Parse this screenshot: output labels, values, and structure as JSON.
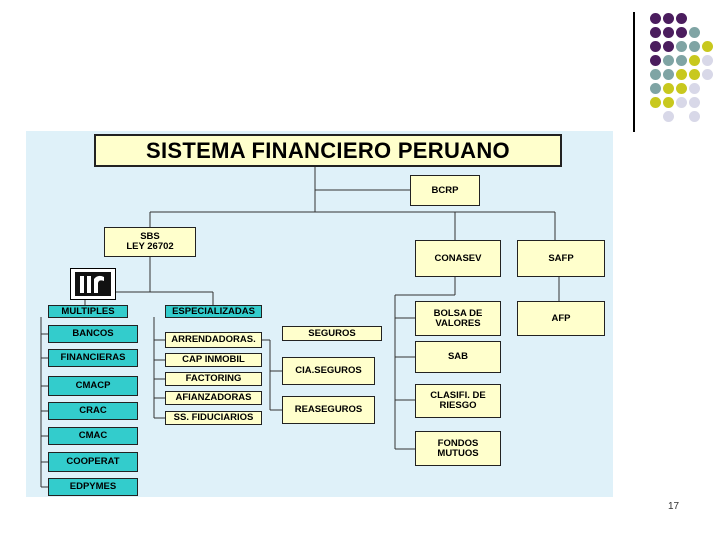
{
  "slide": {
    "page_number": "17"
  },
  "decoration": {
    "dot_colors": {
      "purple": "#4b1d5e",
      "teal": "#7fa4a4",
      "olive": "#c8c81e",
      "lavender": "#d8d8e8"
    }
  },
  "diagram": {
    "title": "SISTEMA FINANCIERO PERUANO",
    "bcrp": "BCRP",
    "sbs": "SBS\nLEY 26702",
    "conasev": "CONASEV",
    "safp": "SAFP",
    "afp": "AFP",
    "multiples": "MULTIPLES",
    "especializadas": "ESPECIALIZADAS",
    "multiples_items": [
      "BANCOS",
      "FINANCIERAS",
      "CMACP",
      "CRAC",
      "CMAC",
      "COOPERAT",
      "EDPYMES"
    ],
    "especializadas_items": [
      "ARRENDADORAS.",
      "CAP INMOBIL",
      "FACTORING",
      "AFIANZADORAS",
      "SS. FIDUCIARIOS"
    ],
    "seguros": "SEGUROS",
    "seguros_items": [
      "CIA.SEGUROS",
      "REASEGUROS"
    ],
    "conasev_items": [
      "BOLSA DE\nVALORES",
      "SAB",
      "CLASIFI. DE\nRIESGO",
      "FONDOS\nMUTUOS"
    ]
  }
}
